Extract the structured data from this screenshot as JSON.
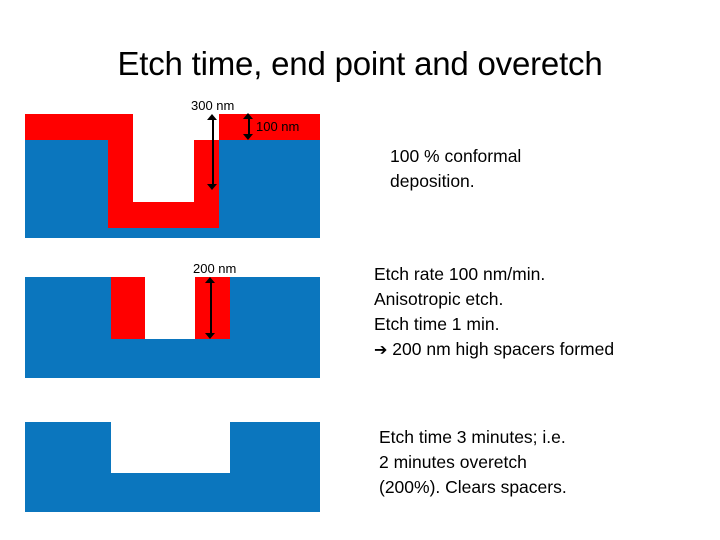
{
  "slide": {
    "title": "Etch time, end point and overetch",
    "background_color": "#ffffff",
    "layer_colors": {
      "substrate_blue": "#0b76be",
      "film_red": "#ff0000",
      "trench_white": "#ffffff",
      "text_black": "#000000"
    }
  },
  "diagrams": [
    {
      "id": "diagram-conformal-deposition",
      "caption_index": 0,
      "dimension_labels": [
        {
          "name": "trench-depth-label",
          "text": "300 nm",
          "value": 300,
          "unit": "nm"
        },
        {
          "name": "film-thickness-label",
          "text": "100 nm",
          "value": 100,
          "unit": "nm"
        }
      ]
    },
    {
      "id": "diagram-spacers-formed",
      "caption_index": 1,
      "dimension_labels": [
        {
          "name": "spacer-height-label",
          "text": "200 nm",
          "value": 200,
          "unit": "nm"
        }
      ]
    },
    {
      "id": "diagram-overetch-cleared",
      "caption_index": 2,
      "dimension_labels": []
    }
  ],
  "captions": [
    {
      "id": "caption-deposition",
      "lines": [
        "100 % conformal",
        "deposition."
      ]
    },
    {
      "id": "caption-etch",
      "lines": [
        "Etch rate 100 nm/min.",
        "Anisotropic etch.",
        "Etch time 1 min."
      ],
      "arrow_line": {
        "glyph": "➔",
        "text": "200 nm high spacers formed"
      }
    },
    {
      "id": "caption-overetch",
      "lines": [
        "Etch time 3 minutes; i.e.",
        "2 minutes overetch",
        "(200%). Clears spacers."
      ]
    }
  ]
}
